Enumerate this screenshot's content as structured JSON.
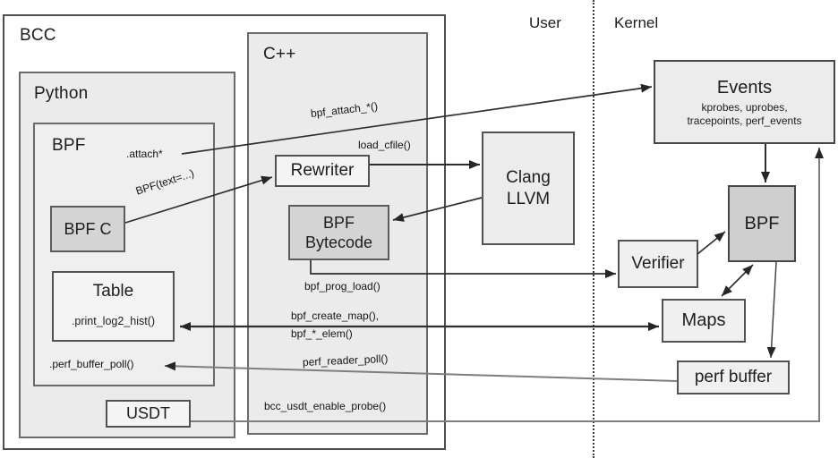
{
  "diagram": {
    "regions": {
      "bcc_label": "BCC",
      "python_label": "Python",
      "bpf_python_label": "BPF",
      "cpp_label": "C++",
      "user_label": "User",
      "kernel_label": "Kernel"
    },
    "nodes": {
      "bpf_c": "BPF C",
      "table_title": "Table",
      "table_method": ".print_log2_hist()",
      "usdt": "USDT",
      "rewriter": "Rewriter",
      "bytecode_line1": "BPF",
      "bytecode_line2": "Bytecode",
      "clang_line1": "Clang",
      "clang_line2": "LLVM",
      "events_title": "Events",
      "events_sub1": "kprobes, uprobes,",
      "events_sub2": "tracepoints, perf_events",
      "bpf_kernel": "BPF",
      "verifier": "Verifier",
      "maps": "Maps",
      "perf_buffer": "perf buffer"
    },
    "edge_labels": {
      "attach": ".attach*",
      "bpf_attach": "bpf_attach_*()",
      "load_cfile": "load_cfile()",
      "bpf_text": "BPF(text=...)",
      "bpf_prog_load": "bpf_prog_load()",
      "bpf_create_map": "bpf_create_map(),",
      "bpf_elem": "bpf_*_elem()",
      "perf_reader_poll": "perf_reader_poll()",
      "perf_buffer_poll": ".perf_buffer_poll()",
      "bcc_usdt_enable_probe": "bcc_usdt_enable_probe()"
    },
    "colors": {
      "background": "#ffffff",
      "box_fill_light": "#ebebeb",
      "box_fill_node": "#f4f4f4",
      "box_fill_dark": "#d4d4d4",
      "border": "#525252",
      "line": "#2e2e2e",
      "line_gray": "#7e7e7e",
      "text": "#1d1d1d"
    }
  }
}
